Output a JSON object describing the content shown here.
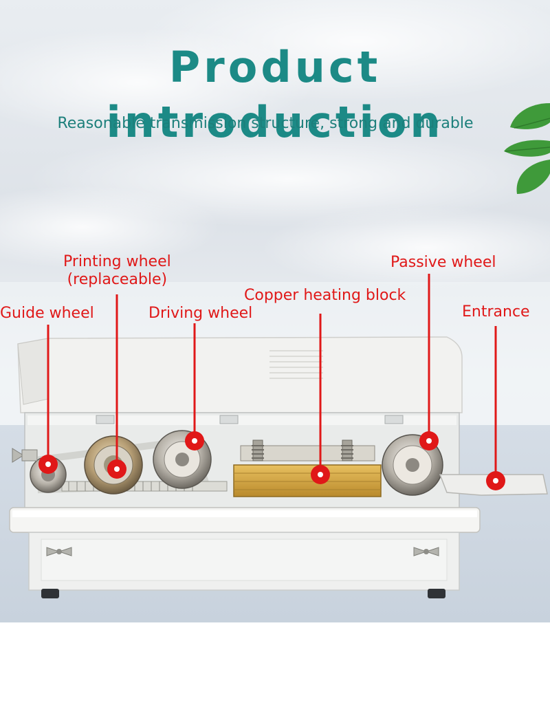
{
  "header": {
    "title": "Product introduction",
    "subtitle": "Reasonable transmission structure, strong and durable"
  },
  "callouts": {
    "printing_wheel_line1": "Printing wheel",
    "printing_wheel_line2": "(replaceable)",
    "passive_wheel": "Passive wheel",
    "copper_heating_block": "Copper heating block",
    "guide_wheel": "Guide wheel",
    "driving_wheel": "Driving wheel",
    "entrance": "Entrance"
  },
  "colors": {
    "title_teal": "#1c8a86",
    "callout_red": "#e01818",
    "leaf_green": "#3f9a3a",
    "copper_block": "#d7a948"
  }
}
